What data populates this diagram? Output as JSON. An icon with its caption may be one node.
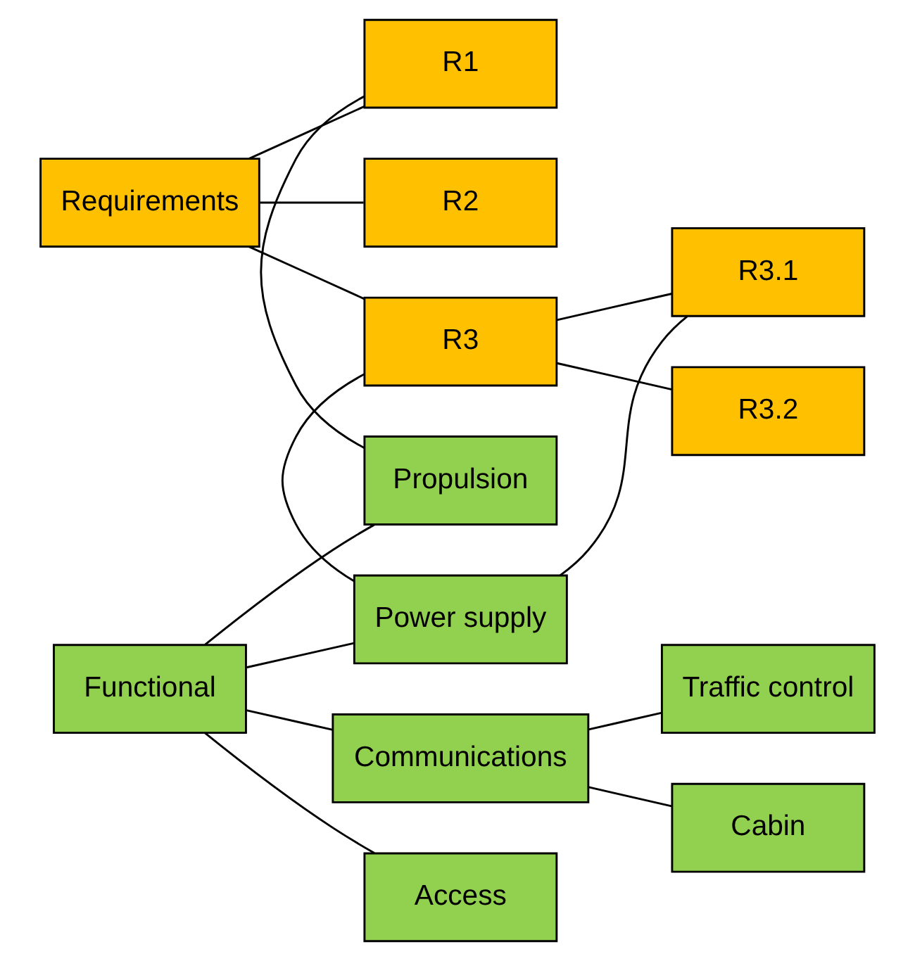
{
  "diagram": {
    "nodes": [
      {
        "text": [
          "Requirements"
        ]
      },
      {
        "text": [
          "R1"
        ]
      },
      {
        "text": [
          "R2"
        ]
      },
      {
        "text": [
          "R3"
        ]
      },
      {
        "text": [
          "R3.1"
        ]
      },
      {
        "text": [
          "R3.2"
        ]
      },
      {
        "text": [
          "Functional"
        ]
      },
      {
        "text": [
          "Propulsion"
        ]
      },
      {
        "text": [
          "Power supply"
        ]
      },
      {
        "text": [
          "Communications"
        ]
      },
      {
        "text": [
          "Traffic control"
        ]
      },
      {
        "text": [
          "Cabin"
        ]
      },
      {
        "text": [
          "Access"
        ]
      }
    ],
    "edges": [
      {
        "from": 0,
        "to": 1,
        "arrow": "none"
      },
      {
        "from": 0,
        "to": 2,
        "arrow": "none"
      },
      {
        "from": 0,
        "to": 3,
        "arrow": "none"
      },
      {
        "from": 3,
        "to": 4,
        "arrow": "none"
      },
      {
        "from": 3,
        "to": 5,
        "arrow": "none"
      },
      {
        "from": 6,
        "to": 7,
        "arrow": "none"
      },
      {
        "from": 6,
        "to": 8,
        "arrow": "none"
      },
      {
        "from": 6,
        "to": 9,
        "arrow": "none"
      },
      {
        "from": 9,
        "to": 10,
        "arrow": "none"
      },
      {
        "from": 9,
        "to": 11,
        "arrow": "none"
      },
      {
        "from": 6,
        "to": 12,
        "arrow": "none"
      },
      {
        "from": 1,
        "to": 7,
        "arrow": "none"
      },
      {
        "from": 3,
        "to": 8,
        "arrow": "none"
      },
      {
        "from": 4,
        "to": 8,
        "arrow": "none"
      }
    ]
  }
}
